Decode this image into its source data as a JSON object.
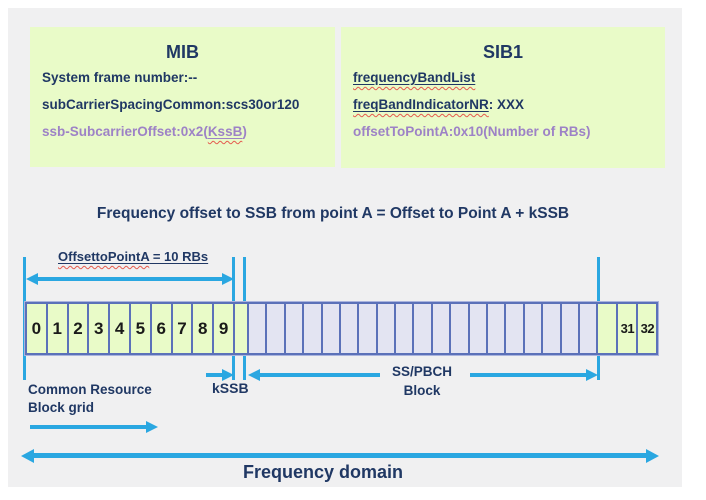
{
  "colors": {
    "navy_text": "#203864",
    "purple_text": "#9d82c6",
    "cyan_arrow": "#2aa7e1",
    "cell_border": "#5b71b9",
    "green_fill": "#e9fbc8",
    "lavender_fill": "#e3e4f2",
    "slide_bg": "#f0f0f1",
    "squiggle_red": "#e55b4e"
  },
  "mib_box": {
    "title": "MIB",
    "line1": "System frame number:--",
    "line2": "subCarrierSpacingCommon:scs30or120",
    "line3_prefix": "ssb-SubcarrierOffset:0x2(",
    "line3_underlined": "KssB",
    "line3_suffix": ")"
  },
  "sib1_box": {
    "title": "SIB1",
    "line1": "frequencyBandList",
    "line2_underlined": "freqBandIndicatorNR",
    "line2_rest": ": XXX",
    "line3": "offsetToPointA:0x10(Number of RBs)"
  },
  "heading": "Frequency offset to SSB from point A = Offset to Point A + kSSB",
  "diagram": {
    "offset_label_underlined": "OffsettoPointA",
    "offset_label_rest": " = 10 RBs",
    "crb_cells": [
      "0",
      "1",
      "2",
      "3",
      "4",
      "5",
      "6",
      "7",
      "8",
      "9"
    ],
    "ssb_cell_count": 19,
    "right_cells": [
      "",
      "31",
      "32"
    ],
    "kssb_label": "kSSB",
    "ssb_block_line1": "SS/PBCH",
    "ssb_block_line2": "Block",
    "crb_grid_line1": "Common Resource",
    "crb_grid_line2": "Block grid",
    "freq_domain_label": "Frequency domain"
  }
}
